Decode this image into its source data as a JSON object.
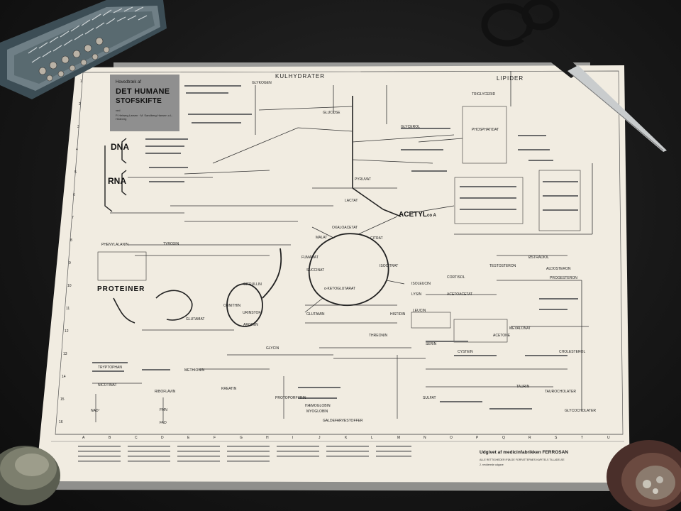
{
  "poster": {
    "title_box": {
      "line1": "Hovedtræk af",
      "line2": "DET HUMANE",
      "line3": "STOFSKIFTE",
      "line4": "ved",
      "line5": "P. Helweg-Larsen · M. Sandberg Hansen o.L. Hedberg"
    },
    "sections": {
      "carbohydrates": "KULHYDRATER",
      "lipids": "LIPIDER",
      "proteins": "PROTEINER"
    },
    "major_nodes": {
      "dna": "DNA",
      "rna": "RNA",
      "acetyl": "ACETYL",
      "acetyl_suffix": "co A"
    },
    "metabolites": [
      "GLYKOGEN",
      "GLUCOSE",
      "LACTAT",
      "PYRUVAT",
      "OXALOACETAT",
      "CITRAT",
      "MALAT",
      "FUMARAT",
      "SUCCINAT",
      "ISOCITRAT",
      "α-KETOGLUTARAT",
      "CITRULLIN",
      "ORNITHIN",
      "ARGININ",
      "URINSTOF",
      "GLUTAMAT",
      "GLUTAMIN",
      "GLYCIN",
      "SERIN",
      "CYSTEIN",
      "METHIONIN",
      "TRYPTOPHAN",
      "PHENYLALANIN",
      "TYROSIN",
      "LEUCIN",
      "ISOLEUCIN",
      "LYSIN",
      "ACETOACETAT",
      "ACETONE",
      "MEVALONAT",
      "CHOLESTEROL",
      "TESTOSTERON",
      "ØSTRADIOL",
      "PROGESTERON",
      "CORTISOL",
      "ALDOSTERON",
      "GLYCOCHOLATER",
      "TAUROCHOLATER",
      "TAURIN",
      "HÆMOGLOBIN",
      "MYOGLOBIN",
      "GALDEFARVESTOFFER",
      "PROTOPORFYRIN",
      "KREATIN",
      "TRIGLYCERID",
      "PHOSPHATIDAT",
      "GLYCEROL",
      "NAD⁺",
      "FAD",
      "FMN",
      "RIBOFLAVIN",
      "NICOTINAT",
      "SULFAT",
      "THREONIN",
      "HISTIDIN"
    ],
    "grid_columns": [
      "A",
      "B",
      "C",
      "D",
      "E",
      "F",
      "G",
      "H",
      "I",
      "J",
      "K",
      "L",
      "M",
      "N",
      "O",
      "P",
      "Q",
      "R",
      "S",
      "T",
      "U"
    ],
    "grid_rows": [
      "1",
      "2",
      "3",
      "4",
      "5",
      "6",
      "7",
      "8",
      "9",
      "10",
      "11",
      "12",
      "13",
      "14",
      "15",
      "16"
    ],
    "footer": {
      "publisher": "Udgivet af medicinfabrikken FERROSAN",
      "rights": "ALLE RETTIGHEDER IFØLGE FORFATTERNES KAPITELS TILLADELSE",
      "edition": "2. reviderede udgave"
    }
  },
  "props": {
    "scissors": "scissors",
    "tray": "tray of earrings",
    "left_weight": "ceramic weight",
    "right_weight": "ceramic weight"
  }
}
